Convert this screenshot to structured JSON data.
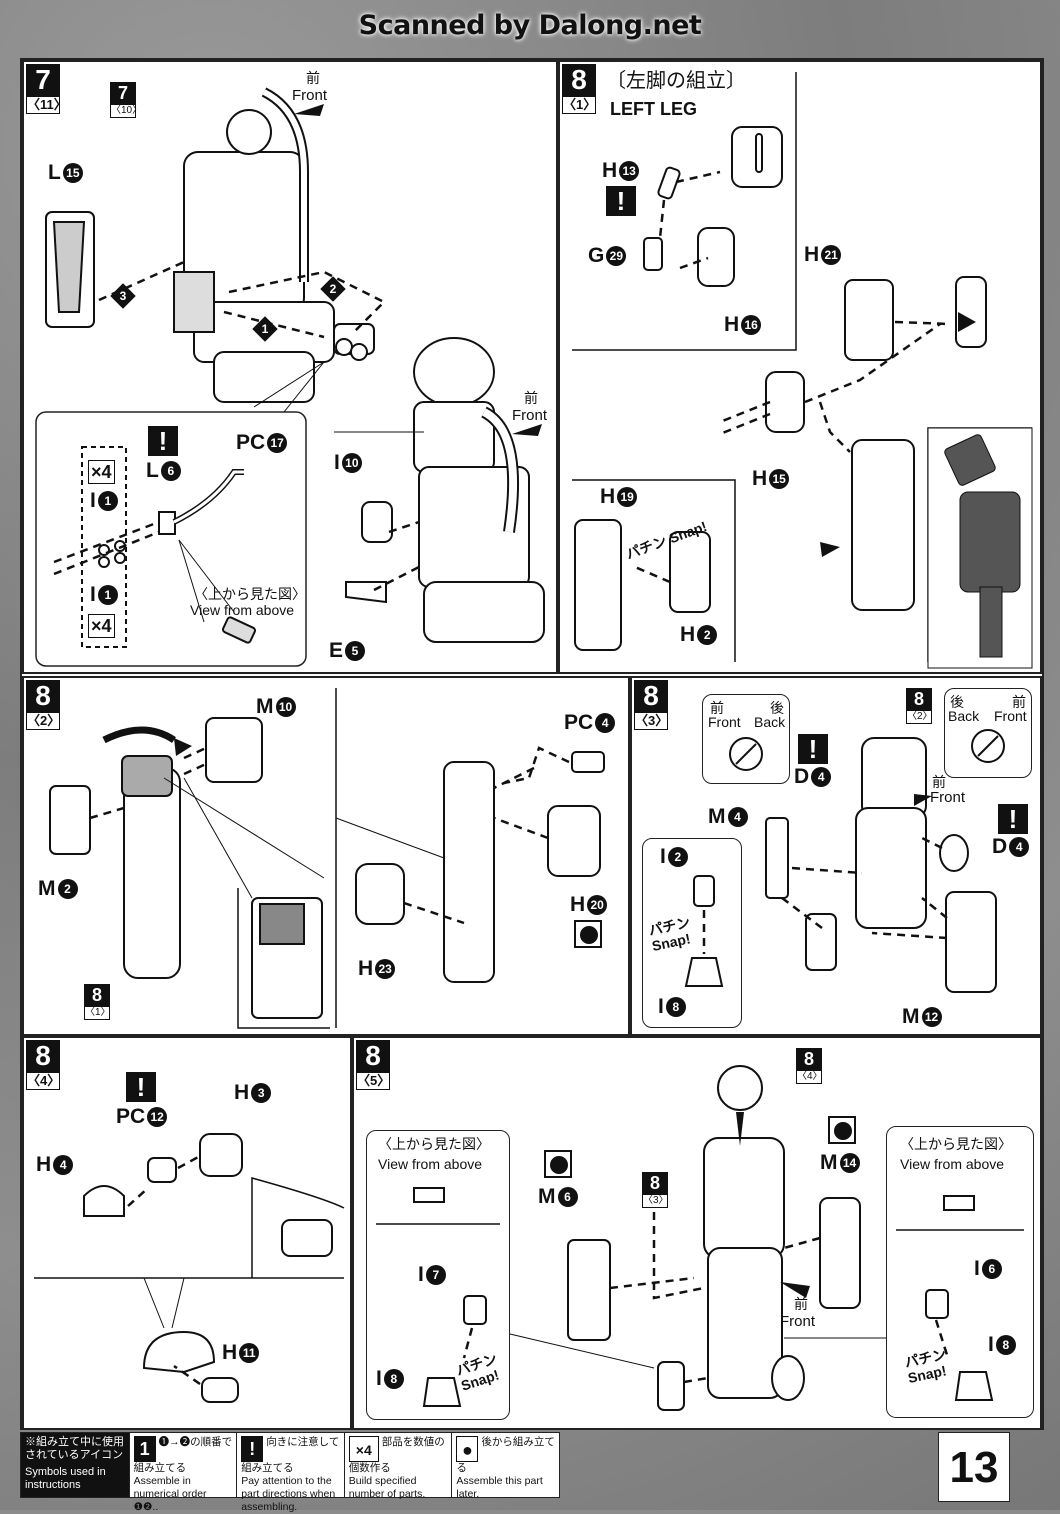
{
  "watermark": "Scanned by Dalong.net",
  "page_number": "13",
  "steps": {
    "s7": {
      "num": "7",
      "sub": "〈11〉"
    },
    "s8_1": {
      "num": "8",
      "sub": "〈1〉",
      "title_jp": "〔左脚の組立〕",
      "title_en": "LEFT LEG"
    },
    "s8_2": {
      "num": "8",
      "sub": "〈2〉"
    },
    "s8_3": {
      "num": "8",
      "sub": "〈3〉"
    },
    "s8_4": {
      "num": "8",
      "sub": "〈4〉"
    },
    "s8_5": {
      "num": "8",
      "sub": "〈5〉"
    }
  },
  "refs": {
    "r7_10": {
      "num": "7",
      "sub": "〈10〉"
    },
    "r8_1": {
      "num": "8",
      "sub": "〈1〉"
    },
    "r8_2": {
      "num": "8",
      "sub": "〈2〉"
    },
    "r8_3": {
      "num": "8",
      "sub": "〈3〉"
    },
    "r8_4": {
      "num": "8",
      "sub": "〈4〉"
    }
  },
  "labels": {
    "front_jp": "前",
    "front_en": "Front",
    "back_jp": "後",
    "back_en": "Back",
    "view_above_jp": "〈上から見た図〉",
    "view_above_en": "View from above",
    "snap_jp": "パチン",
    "snap_en": "Snap!",
    "x4": "×4"
  },
  "parts": {
    "L": "L",
    "L15": "15",
    "L6": "6",
    "PC": "PC",
    "PC17": "17",
    "PC4": "PC",
    "PC4n": "4",
    "PC12": "12",
    "I": "I",
    "I10": "10",
    "I1": "1",
    "I2": "2",
    "I8": "8",
    "I7": "7",
    "I6": "6",
    "E": "E",
    "E5": "5",
    "H": "H",
    "H13": "13",
    "H16": "16",
    "H21": "21",
    "H15": "15",
    "H19": "19",
    "H2": "2",
    "H20": "20",
    "H23": "23",
    "H3": "3",
    "H4": "4",
    "H11": "11",
    "G": "G",
    "G29": "29",
    "M": "M",
    "M10": "10",
    "M2": "2",
    "M4": "4",
    "M12": "12",
    "M6": "6",
    "M14": "14",
    "D": "D",
    "D4": "4",
    "step1": "1",
    "step2": "2",
    "step3": "3"
  },
  "legend": {
    "head_jp": "※組み立て中に使用されているアイコン",
    "head_en": "Symbols used in instructions",
    "items": [
      {
        "icon": "1",
        "jp": "❶→❷の順番で組み立てる",
        "en": "Assemble in numerical order ❶❷.."
      },
      {
        "icon": "!",
        "jp": "向きに注意して組み立てる",
        "en": "Pay attention to the part directions when assembling."
      },
      {
        "icon": "×4",
        "jp": "部品を数値の個数作る",
        "en": "Build specified number of parts."
      },
      {
        "icon": "●",
        "jp": "後から組み立てる",
        "en": "Assemble this part later."
      }
    ]
  }
}
